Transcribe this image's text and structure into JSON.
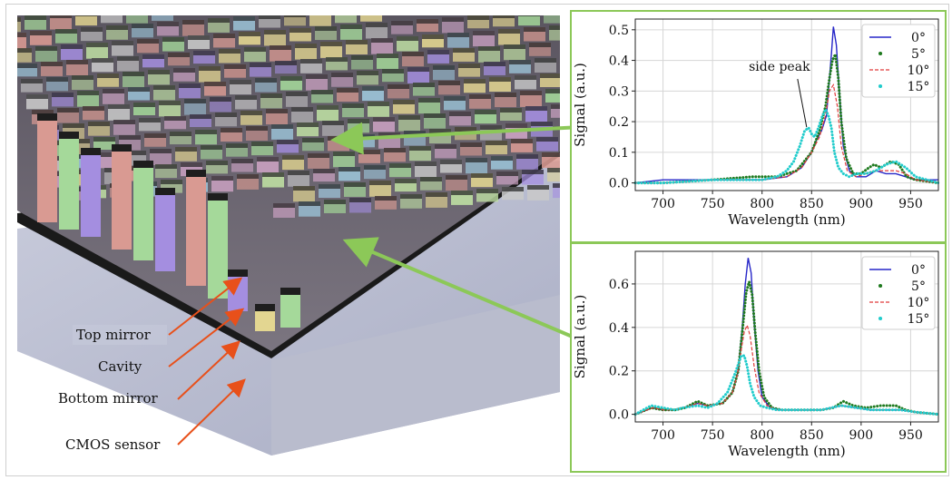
{
  "illustration": {
    "labels": [
      "Top mirror",
      "Cavity",
      "Bottom mirror",
      "CMOS sensor"
    ],
    "label_color": "#111111",
    "arrow_color": "#e8501a",
    "connector_color": "#8cc858",
    "mosaic_colors": [
      "#d99a92",
      "#a5d99a",
      "#a48ee0",
      "#e3d691",
      "#9ec8dd",
      "#c9c9c9",
      "#d1a6c8",
      "#bfe0a3"
    ]
  },
  "chart_data": [
    {
      "type": "line",
      "title": "",
      "xlabel": "Wavelength (nm)",
      "ylabel": "Signal (a.u.)",
      "xlim": [
        672,
        978
      ],
      "ylim": [
        -0.025,
        0.535
      ],
      "xticks": [
        700,
        750,
        800,
        850,
        900,
        950
      ],
      "yticks": [
        0.0,
        0.1,
        0.2,
        0.3,
        0.4,
        0.5
      ],
      "grid": true,
      "legend_position": "top-right",
      "annotation": {
        "text": "side peak",
        "x": 845,
        "y": 0.17
      },
      "series": [
        {
          "name": "0°",
          "style": "solid",
          "color": "#2626c8",
          "x": [
            672,
            700,
            750,
            800,
            825,
            840,
            850,
            855,
            860,
            865,
            870,
            872,
            875,
            878,
            882,
            888,
            895,
            905,
            915,
            925,
            935,
            945,
            955,
            978
          ],
          "y": [
            0.0,
            0.01,
            0.01,
            0.01,
            0.02,
            0.05,
            0.1,
            0.14,
            0.17,
            0.22,
            0.42,
            0.51,
            0.45,
            0.3,
            0.12,
            0.04,
            0.02,
            0.02,
            0.04,
            0.03,
            0.03,
            0.02,
            0.01,
            0.01
          ]
        },
        {
          "name": "5°",
          "style": "dots",
          "color": "#1f7a1f",
          "x": [
            672,
            700,
            750,
            790,
            815,
            835,
            850,
            858,
            864,
            868,
            871,
            874,
            877,
            880,
            885,
            892,
            900,
            908,
            913,
            920,
            930,
            938,
            946,
            955,
            978
          ],
          "y": [
            0.0,
            0.0,
            0.01,
            0.02,
            0.02,
            0.04,
            0.1,
            0.17,
            0.25,
            0.34,
            0.4,
            0.42,
            0.34,
            0.2,
            0.08,
            0.03,
            0.03,
            0.05,
            0.06,
            0.05,
            0.07,
            0.06,
            0.02,
            0.01,
            0.0
          ]
        },
        {
          "name": "10°",
          "style": "dashed",
          "color": "#e03a3a",
          "x": [
            672,
            700,
            750,
            800,
            825,
            840,
            850,
            858,
            864,
            868,
            872,
            876,
            880,
            886,
            895,
            905,
            915,
            925,
            935,
            945,
            955,
            978
          ],
          "y": [
            0.0,
            0.0,
            0.01,
            0.01,
            0.02,
            0.05,
            0.1,
            0.15,
            0.22,
            0.3,
            0.32,
            0.25,
            0.12,
            0.04,
            0.02,
            0.03,
            0.04,
            0.04,
            0.04,
            0.03,
            0.01,
            0.0
          ]
        },
        {
          "name": "15°",
          "style": "dots",
          "color": "#22cccc",
          "x": [
            672,
            700,
            750,
            800,
            815,
            825,
            832,
            838,
            843,
            847,
            850,
            853,
            857,
            861,
            864,
            867,
            870,
            873,
            877,
            882,
            888,
            895,
            905,
            915,
            925,
            935,
            945,
            955,
            978
          ],
          "y": [
            0.0,
            0.0,
            0.01,
            0.01,
            0.02,
            0.04,
            0.07,
            0.12,
            0.17,
            0.18,
            0.16,
            0.15,
            0.18,
            0.22,
            0.24,
            0.22,
            0.18,
            0.1,
            0.05,
            0.03,
            0.02,
            0.03,
            0.03,
            0.04,
            0.06,
            0.07,
            0.05,
            0.02,
            0.0
          ]
        }
      ]
    },
    {
      "type": "line",
      "title": "",
      "xlabel": "Wavelength (nm)",
      "ylabel": "Signal (a.u.)",
      "xlim": [
        672,
        978
      ],
      "ylim": [
        -0.035,
        0.75
      ],
      "xticks": [
        700,
        750,
        800,
        850,
        900,
        950
      ],
      "yticks": [
        0.0,
        0.2,
        0.4,
        0.6
      ],
      "grid": true,
      "legend_position": "top-right",
      "series": [
        {
          "name": "0°",
          "style": "solid",
          "color": "#2626c8",
          "x": [
            672,
            690,
            700,
            712,
            720,
            735,
            745,
            760,
            770,
            776,
            780,
            783,
            786,
            789,
            792,
            796,
            800,
            808,
            820,
            840,
            860,
            880,
            895,
            910,
            925,
            940,
            955,
            978
          ],
          "y": [
            0.0,
            0.03,
            0.02,
            0.02,
            0.03,
            0.05,
            0.04,
            0.05,
            0.1,
            0.2,
            0.4,
            0.6,
            0.72,
            0.65,
            0.42,
            0.2,
            0.08,
            0.03,
            0.02,
            0.02,
            0.02,
            0.04,
            0.03,
            0.02,
            0.02,
            0.02,
            0.01,
            0.0
          ]
        },
        {
          "name": "5°",
          "style": "dots",
          "color": "#1f7a1f",
          "x": [
            672,
            688,
            700,
            712,
            722,
            735,
            745,
            760,
            770,
            776,
            780,
            784,
            787,
            790,
            793,
            797,
            802,
            810,
            820,
            840,
            860,
            872,
            882,
            892,
            905,
            920,
            935,
            945,
            955,
            978
          ],
          "y": [
            0.0,
            0.03,
            0.02,
            0.02,
            0.03,
            0.06,
            0.04,
            0.05,
            0.1,
            0.2,
            0.38,
            0.56,
            0.61,
            0.55,
            0.38,
            0.2,
            0.08,
            0.03,
            0.02,
            0.02,
            0.02,
            0.03,
            0.06,
            0.04,
            0.03,
            0.04,
            0.04,
            0.02,
            0.01,
            0.0
          ]
        },
        {
          "name": "10°",
          "style": "dashed",
          "color": "#e03a3a",
          "x": [
            672,
            690,
            700,
            712,
            720,
            735,
            745,
            760,
            770,
            775,
            779,
            782,
            785,
            788,
            792,
            797,
            805,
            815,
            840,
            860,
            880,
            895,
            910,
            925,
            940,
            955,
            978
          ],
          "y": [
            0.0,
            0.03,
            0.02,
            0.02,
            0.03,
            0.05,
            0.04,
            0.05,
            0.1,
            0.18,
            0.3,
            0.38,
            0.41,
            0.36,
            0.22,
            0.1,
            0.04,
            0.02,
            0.02,
            0.02,
            0.04,
            0.03,
            0.02,
            0.02,
            0.02,
            0.01,
            0.0
          ]
        },
        {
          "name": "15°",
          "style": "dots",
          "color": "#22cccc",
          "x": [
            672,
            688,
            700,
            712,
            720,
            735,
            745,
            755,
            765,
            772,
            776,
            779,
            782,
            785,
            788,
            792,
            798,
            805,
            815,
            840,
            860,
            880,
            895,
            910,
            925,
            940,
            955,
            978
          ],
          "y": [
            0.0,
            0.04,
            0.03,
            0.02,
            0.03,
            0.04,
            0.03,
            0.05,
            0.1,
            0.18,
            0.23,
            0.27,
            0.27,
            0.22,
            0.14,
            0.08,
            0.04,
            0.03,
            0.02,
            0.02,
            0.02,
            0.04,
            0.03,
            0.02,
            0.02,
            0.02,
            0.01,
            0.0
          ]
        }
      ]
    }
  ]
}
